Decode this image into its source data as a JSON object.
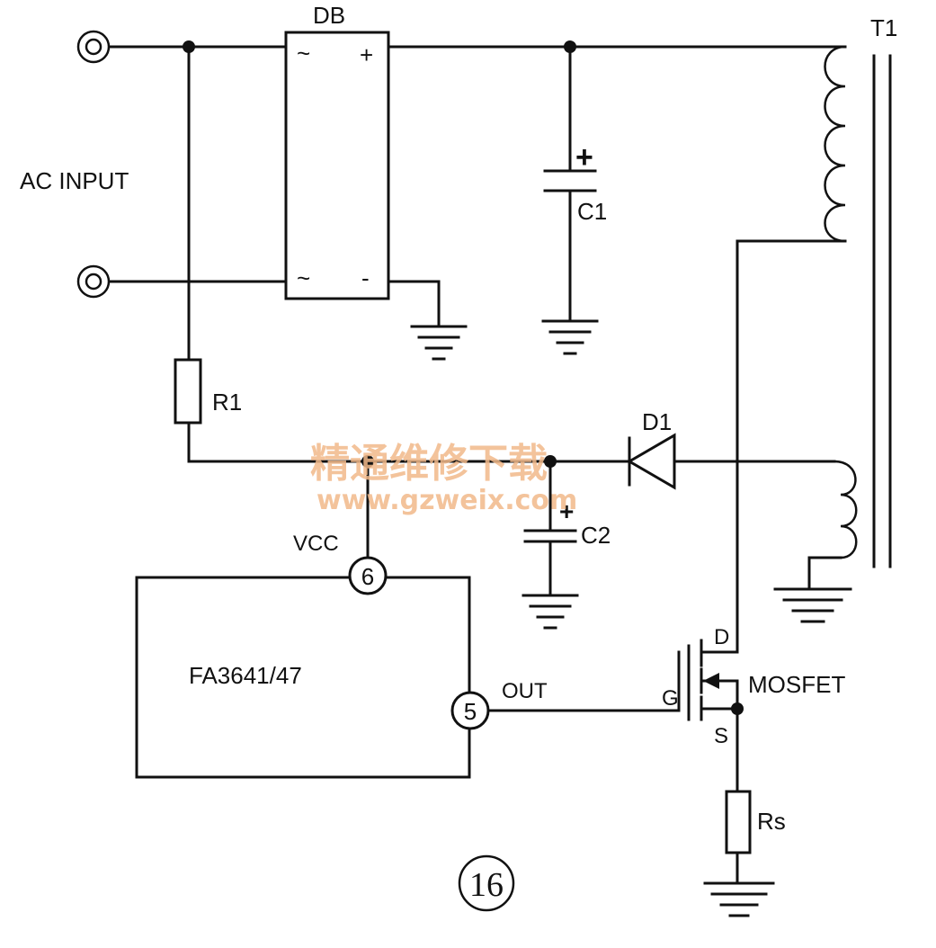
{
  "labels": {
    "bridge": "DB",
    "bridge_ac_top": "~",
    "bridge_plus": "+",
    "bridge_ac_bottom": "~",
    "bridge_minus": "-",
    "transformer": "T1",
    "ac_input": "AC INPUT",
    "c1": "C1",
    "c1_polarity": "+",
    "r1": "R1",
    "d1": "D1",
    "c2": "C2",
    "c2_polarity": "+",
    "vcc": "VCC",
    "ic_name": "FA3641/47",
    "pin6": "6",
    "pin5": "5",
    "out": "OUT",
    "gate": "G",
    "drain": "D",
    "source": "S",
    "mosfet": "MOSFET",
    "rs": "Rs",
    "figure_number": "16"
  },
  "watermark": {
    "line1": "精通维修下载",
    "line2": "www.gzweix.com",
    "color": "#f2b98a"
  }
}
